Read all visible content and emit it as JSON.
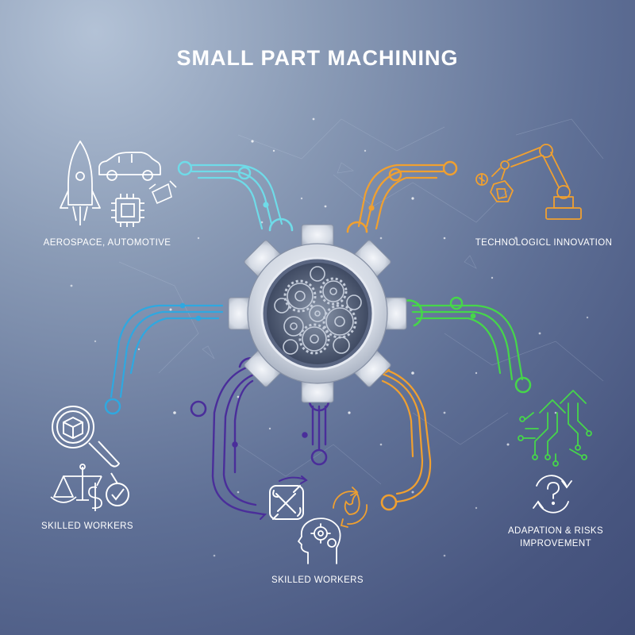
{
  "title": "SMALL PART MACHINING",
  "nodes": [
    {
      "id": "aerospace",
      "label": "AEROSPACE, AUTOMOTIVE",
      "icon": "rocket-car-chip-icon"
    },
    {
      "id": "innovation",
      "label": "TECHNOLOGICL INNOVATION",
      "icon": "robot-arm-icon"
    },
    {
      "id": "skilled-left",
      "label": "SKILLED WORKERS",
      "icon": "magnifier-scales-icon"
    },
    {
      "id": "adaptation",
      "label": "ADAPATION & RISKS IMPROVEMENT",
      "label_line1": "ADAPATION & RISKS",
      "label_line2": "IMPROVEMENT",
      "icon": "circuit-arrows-icon"
    },
    {
      "id": "skilled-bottom",
      "label": "SKILLED WORKERS",
      "icon": "head-gears-tools-icon"
    }
  ],
  "center": {
    "icon": "gear-icon"
  },
  "colors": {
    "cyan": "#5fd6e6",
    "orange": "#f0a030",
    "green": "#46d64a",
    "blue": "#2aa8e0",
    "purple": "#4a2e9a",
    "white": "#ffffff"
  }
}
